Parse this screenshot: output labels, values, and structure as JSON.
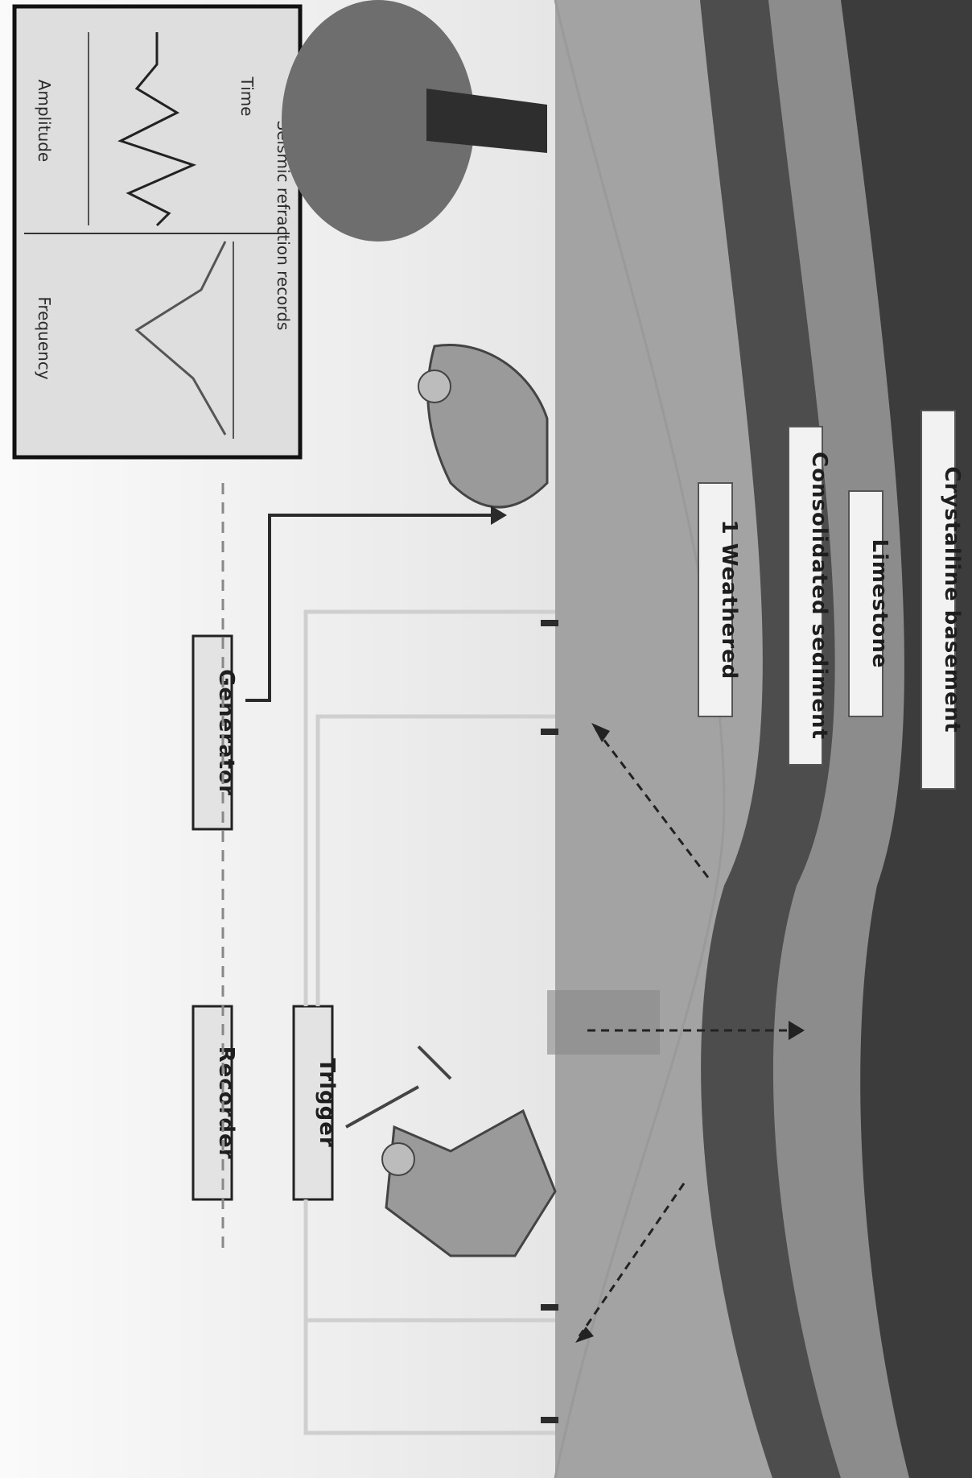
{
  "colors": {
    "background": "#ededed",
    "ground": "#a3a3a3",
    "layer_dark": "#4d4d4d",
    "layer_mid": "#8c8c8c",
    "layer_deep": "#3c3c3c",
    "label_fill": "#f2f2f2",
    "line": "#2b2b2b"
  },
  "icons": {
    "tree": "tree-icon",
    "figure_left": "person-lying-icon",
    "figure_right": "person-sledgehammer-icon",
    "geophones": "geophone-icon"
  },
  "layers": {
    "layer1": "1 Weathered",
    "layer2": "Consolidated sediment",
    "layer3": "Limestone",
    "layer4": "Crystalline basement"
  },
  "boxes": {
    "box_a": "Recorder",
    "box_b": "Generator",
    "box_c": "Trigger"
  },
  "inset": {
    "left_label": "Time",
    "left_axis": "Amplitude",
    "right_label": "Frequency",
    "caption": "Seismic refraction records"
  }
}
